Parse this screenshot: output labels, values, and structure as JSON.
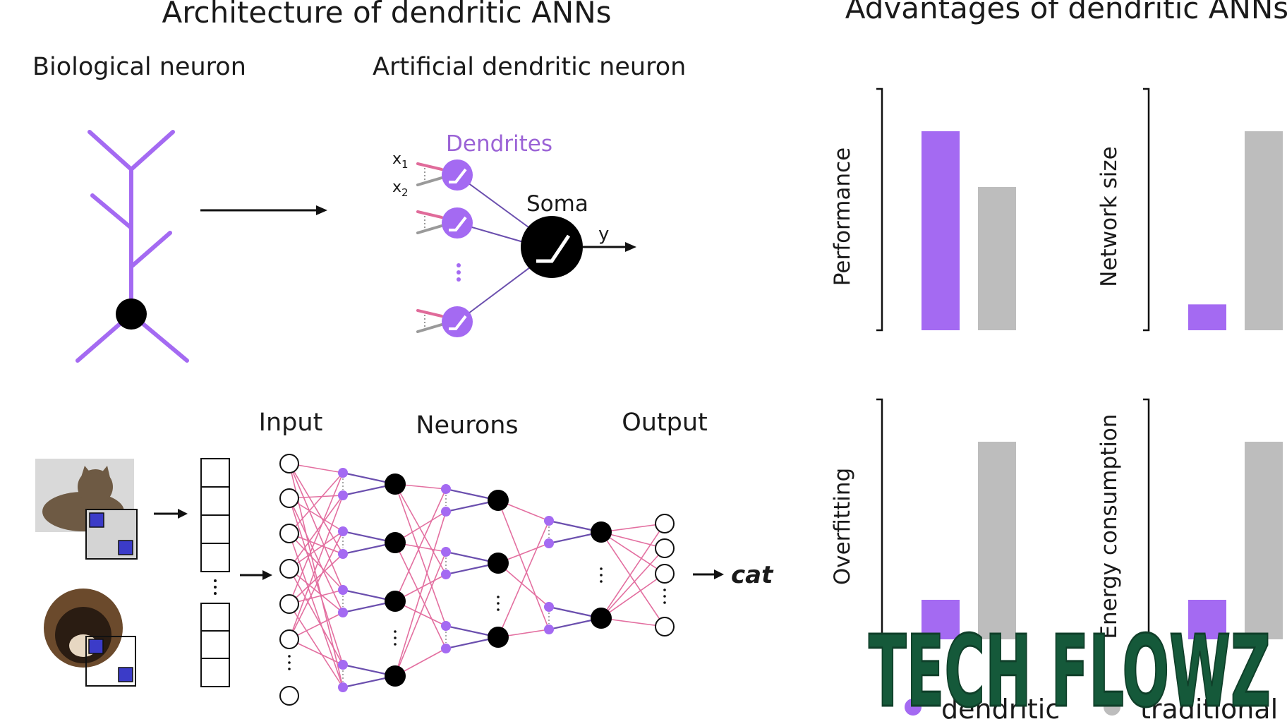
{
  "left_title": "Architecture of dendritic ANNs",
  "right_title": "Advantages of dendritic ANNs",
  "biological_label": "Biological neuron",
  "artificial_label": "Artificial dendritic neuron",
  "dendrites_label": "Dendrites",
  "soma_label": "Soma",
  "y_label": "y",
  "x1": "x",
  "x1_sub": "1",
  "x2": "x",
  "x2_sub": "2",
  "network_labels": {
    "input": "Input",
    "neurons": "Neurons",
    "output": "Output"
  },
  "prediction": "cat",
  "watermark": "TECH FLOWZ",
  "colors": {
    "dendritic": "#a46af2",
    "traditional": "#bdbdbd",
    "synapse_pink": "#e06b9a",
    "edge_pink": "#e36fa0",
    "edge_purple": "#6b4fae",
    "watermark": "#15593a"
  },
  "chart_data": [
    {
      "type": "bar",
      "ylabel": "Performance",
      "series": [
        {
          "values": [
            1.0
          ]
        },
        {
          "values": [
            0.72
          ]
        }
      ]
    },
    {
      "type": "bar",
      "ylabel": "Network size",
      "series": [
        {
          "values": [
            0.13
          ]
        },
        {
          "values": [
            1.0
          ]
        }
      ]
    },
    {
      "type": "bar",
      "ylabel": "Overfitting",
      "series": [
        {
          "values": [
            0.2
          ]
        },
        {
          "values": [
            1.0
          ]
        }
      ]
    },
    {
      "type": "bar",
      "ylabel": "Energy consumption",
      "series": [
        {
          "values": [
            0.2
          ]
        },
        {
          "values": [
            1.0
          ]
        }
      ]
    }
  ],
  "legend": {
    "dendritic": "dendritic",
    "traditional": "traditional"
  }
}
